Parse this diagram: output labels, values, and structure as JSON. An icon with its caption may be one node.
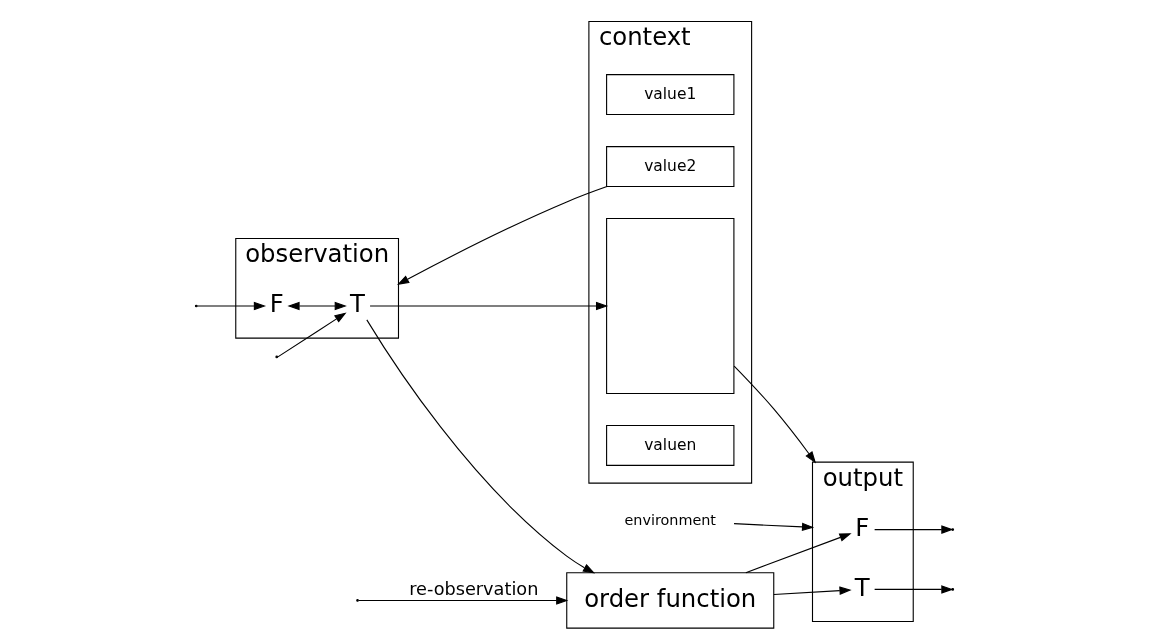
{
  "diagram": {
    "nodes": [
      {
        "text": [
          "order function"
        ]
      },
      {
        "text": [
          "observation"
        ]
      },
      {
        "text": [
          "F"
        ],
        "in": 1
      },
      {
        "text": [
          "T"
        ],
        "in": 1
      },
      {
        "text": [
          "context"
        ]
      },
      {
        "text": [
          "value1"
        ],
        "in": 4
      },
      {
        "text": [
          "value2"
        ],
        "in": 4
      },
      {
        "text": [],
        "shape": "box",
        "in": 4
      },
      {
        "text": [
          "valuen"
        ],
        "in": 4
      },
      {
        "text": [
          "output"
        ]
      },
      {
        "text": [
          "T"
        ],
        "in": 9
      },
      {
        "text": [
          "F"
        ],
        "in": 9
      },
      {
        "text": [
          "environment"
        ]
      }
    ],
    "edges": [
      {
        "from": null,
        "to": 2,
        "arrow": "to"
      },
      {
        "from": null,
        "to": 3,
        "arrow": "to"
      },
      {
        "from": 2,
        "to": 3,
        "arrow": "both"
      },
      {
        "from": 3,
        "to": 0,
        "arrow": "to"
      },
      {
        "from": 3,
        "to": 7,
        "arrow": "to"
      },
      {
        "from": 6,
        "to": 1,
        "arrow": "to"
      },
      {
        "from": 7,
        "to": 9,
        "arrow": "to"
      },
      {
        "from": 12,
        "to": 9,
        "arrow": "to"
      },
      {
        "from": 0,
        "to": 10,
        "arrow": "to"
      },
      {
        "from": 0,
        "to": 11,
        "arrow": "to"
      },
      {
        "from": 10,
        "to": null,
        "arrow": "to"
      },
      {
        "from": 11,
        "to": null,
        "arrow": "to"
      },
      {
        "from": null,
        "to": 0,
        "arrow": "to",
        "label": "re-observation"
      }
    ]
  }
}
